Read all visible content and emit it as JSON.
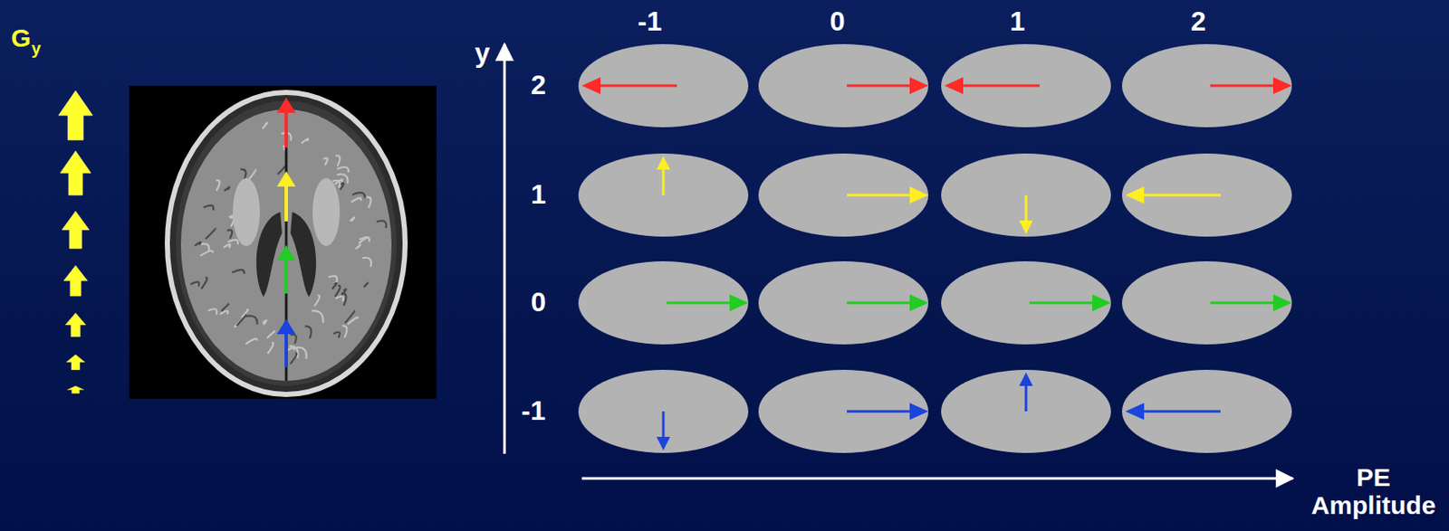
{
  "diagram": {
    "labels": [
      "G",
      "y",
      "y",
      "-1",
      "0",
      "1",
      "2",
      "2",
      "1",
      "0",
      "-1",
      "PE Amplitude"
    ]
  }
}
